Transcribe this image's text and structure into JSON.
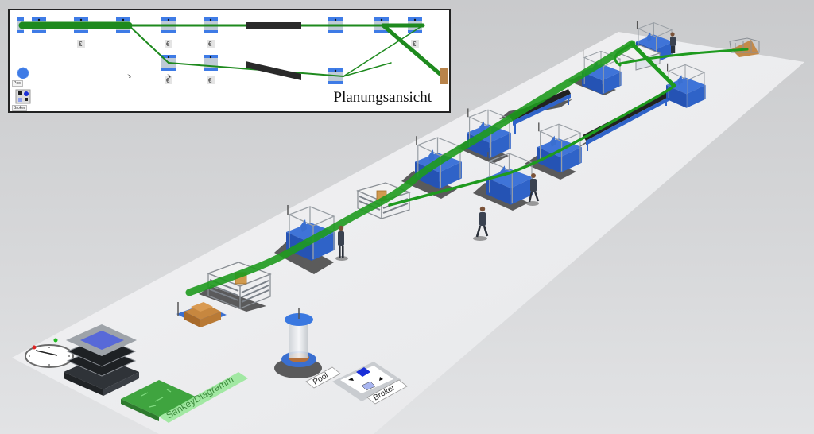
{
  "inset": {
    "title": "Planungsansicht",
    "legend": [
      {
        "label": "Pool",
        "icon": "pool-icon"
      },
      {
        "label": "Broker",
        "icon": "broker-icon"
      }
    ],
    "station_marker": "€"
  },
  "scene": {
    "labels": {
      "sankey": "SankeyDiagramm",
      "pool": "Pool",
      "broker": "Broker"
    },
    "objects": [
      "clock",
      "layer-stack",
      "sankey-diagram",
      "pool",
      "broker",
      "source-pallet",
      "rack-station-1",
      "work-station-1",
      "rack-station-2",
      "work-station-2",
      "work-station-3",
      "work-station-4",
      "work-station-5",
      "work-station-6",
      "work-station-7",
      "work-station-8",
      "conveyor-upper",
      "conveyor-lower",
      "sink-cart",
      "worker-1",
      "worker-2",
      "worker-3",
      "worker-4"
    ]
  },
  "colors": {
    "flow": "#1e9a1e",
    "station_blue": "#2f63c8",
    "floor": "#ececee",
    "background": "#cfd0d2",
    "sankey": "#4cc34c",
    "sankey_label": "#8fe88f",
    "conveyor": "#2b2b2b",
    "cardboard": "#c7873f"
  }
}
